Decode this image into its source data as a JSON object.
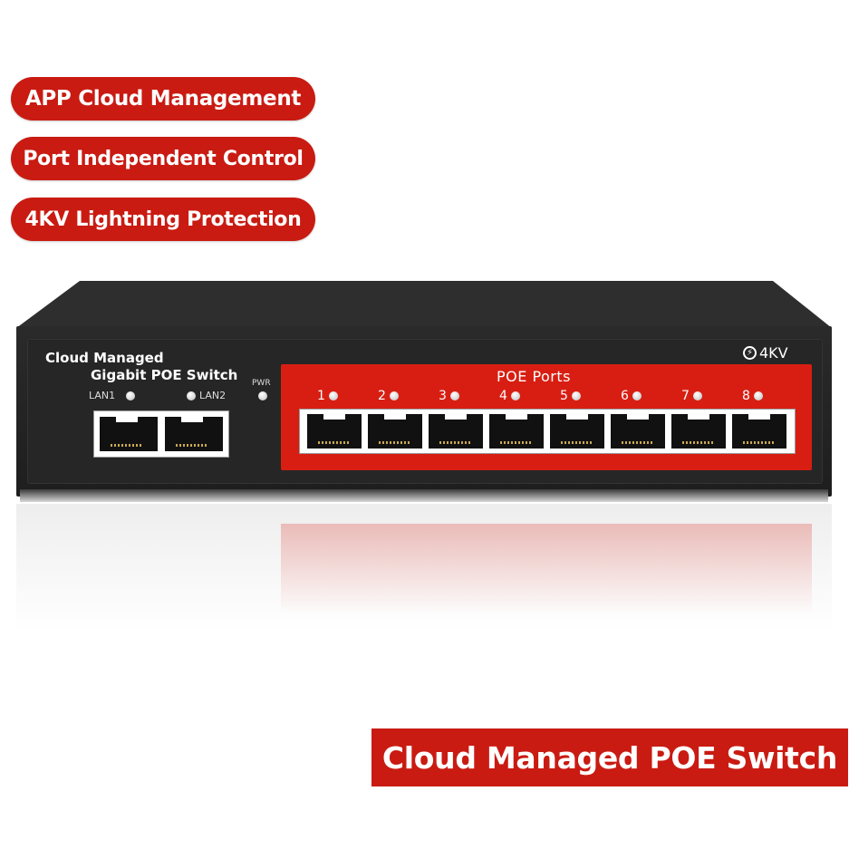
{
  "features": [
    "APP Cloud Management",
    "Port Independent Control",
    "4KV Lightning Protection"
  ],
  "device": {
    "brand_line1": "Cloud Managed",
    "brand_line2": "Gigabit POE Switch",
    "lan1_label": "LAN1",
    "lan2_label": "LAN2",
    "pwr_label": "PWR",
    "surge_label": "4KV",
    "surge_icon": "lightning-circle-icon",
    "poe_title": "POE Ports",
    "poe_port_numbers": [
      "1",
      "2",
      "3",
      "4",
      "5",
      "6",
      "7",
      "8"
    ]
  },
  "banner": {
    "title": "Cloud Managed POE Switch"
  },
  "colors": {
    "accent_red": "#c91b12",
    "panel_red": "#d81e12",
    "chassis": "#1e1e1e"
  }
}
